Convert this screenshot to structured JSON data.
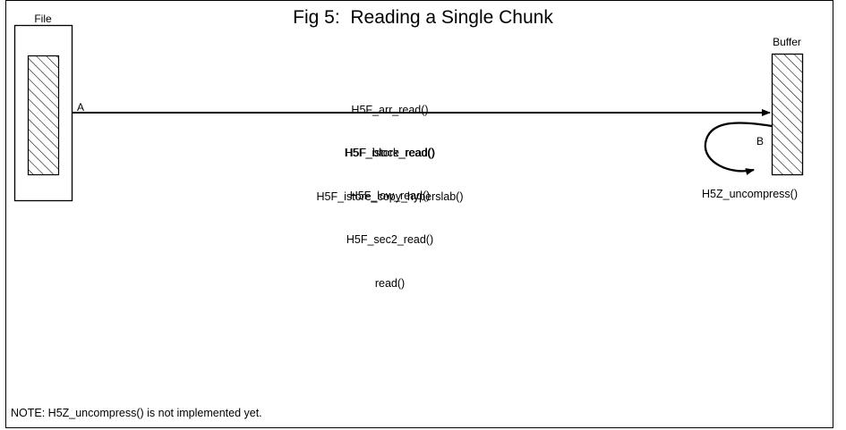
{
  "figure": {
    "title": "Fig 5:  Reading a Single Chunk",
    "note": "NOTE: H5Z_uncompress() is not implemented yet."
  },
  "nodes": {
    "file": {
      "label": "File"
    },
    "buffer": {
      "label": "Buffer"
    }
  },
  "edges": {
    "transfer": {
      "marker": "A",
      "calls": [
        "H5F_arr_read()",
        "H5F_istore_read()",
        "H5F_istore_copy_hyperslab()",
        "H5F_block_read()",
        "H5F_low_read()",
        "H5F_sec2_read()",
        "read()"
      ]
    },
    "loop": {
      "marker": "B",
      "label": "H5Z_uncompress()"
    }
  },
  "colors": {
    "ink": "#000000",
    "paper": "#ffffff"
  }
}
